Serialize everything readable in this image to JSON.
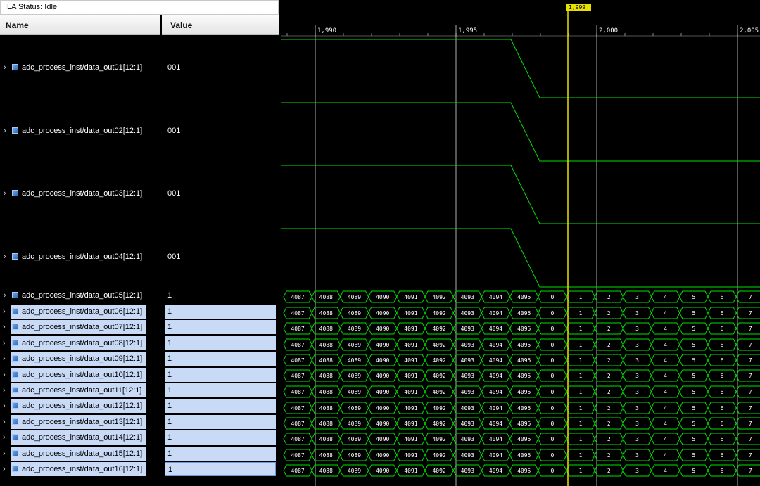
{
  "status": {
    "label": "ILA Status:",
    "value": "Idle"
  },
  "columns": {
    "name": "Name",
    "value": "Value"
  },
  "signals": [
    {
      "name": "adc_process_inst/data_out01[12:1]",
      "value": "001",
      "kind": "analog"
    },
    {
      "name": "adc_process_inst/data_out02[12:1]",
      "value": "001",
      "kind": "analog"
    },
    {
      "name": "adc_process_inst/data_out03[12:1]",
      "value": "001",
      "kind": "analog"
    },
    {
      "name": "adc_process_inst/data_out04[12:1]",
      "value": "001",
      "kind": "analog"
    },
    {
      "name": "adc_process_inst/data_out05[12:1]",
      "value": "1",
      "kind": "bus"
    },
    {
      "name": "adc_process_inst/data_out06[12:1]",
      "value": "1",
      "kind": "bus"
    },
    {
      "name": "adc_process_inst/data_out07[12:1]",
      "value": "1",
      "kind": "bus"
    },
    {
      "name": "adc_process_inst/data_out08[12:1]",
      "value": "1",
      "kind": "bus"
    },
    {
      "name": "adc_process_inst/data_out09[12:1]",
      "value": "1",
      "kind": "bus"
    },
    {
      "name": "adc_process_inst/data_out10[12:1]",
      "value": "1",
      "kind": "bus"
    },
    {
      "name": "adc_process_inst/data_out11[12:1]",
      "value": "1",
      "kind": "bus"
    },
    {
      "name": "adc_process_inst/data_out12[12:1]",
      "value": "1",
      "kind": "bus"
    },
    {
      "name": "adc_process_inst/data_out13[12:1]",
      "value": "1",
      "kind": "bus"
    },
    {
      "name": "adc_process_inst/data_out14[12:1]",
      "value": "1",
      "kind": "bus"
    },
    {
      "name": "adc_process_inst/data_out15[12:1]",
      "value": "1",
      "kind": "bus"
    },
    {
      "name": "adc_process_inst/data_out16[12:1]",
      "value": "1",
      "kind": "bus"
    }
  ],
  "waveform": {
    "time_labels": [
      "1,990",
      "1,995",
      "2,000",
      "2,005"
    ],
    "cursor_label": "1,999",
    "bus_values": [
      "4087",
      "4088",
      "4089",
      "4090",
      "4091",
      "4092",
      "4093",
      "4094",
      "4095",
      "0",
      "1",
      "2",
      "3",
      "4",
      "5",
      "6",
      "7"
    ],
    "colors": {
      "trace": "#00e000",
      "cursor": "#e8e000",
      "grid": "#ffffff"
    }
  }
}
